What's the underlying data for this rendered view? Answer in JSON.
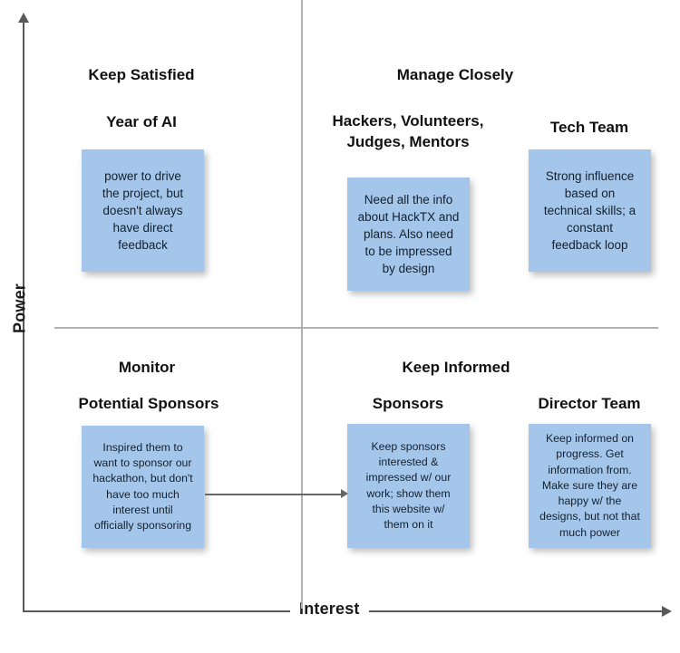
{
  "diagram": {
    "type": "power-interest-stakeholder-matrix",
    "axes": {
      "y_label": "Power",
      "x_label": "Interest"
    },
    "colors": {
      "note_fill": "#a3c6ea",
      "note_text": "#14202e",
      "axis": "#595959",
      "divider": "#b0b0b0",
      "heading_text": "#111111"
    },
    "quadrants": [
      {
        "id": "top-left",
        "title": "Keep Satisfied",
        "power": "high",
        "interest": "low",
        "groups": [
          {
            "id": "year-of-ai",
            "name": "Year of AI",
            "note": "power to drive\nthe project, but\ndoesn't always\nhave direct\nfeedback"
          }
        ]
      },
      {
        "id": "top-right",
        "title": "Manage Closely",
        "power": "high",
        "interest": "high",
        "groups": [
          {
            "id": "hackers-volunteers-judges-mentors",
            "name": "Hackers, Volunteers,\nJudges, Mentors",
            "note": "Need all the info\nabout HackTX and\nplans. Also need\nto be impressed\nby design"
          },
          {
            "id": "tech-team",
            "name": "Tech Team",
            "note": "Strong influence\nbased on\ntechnical skills; a\nconstant\nfeedback loop"
          }
        ]
      },
      {
        "id": "bottom-left",
        "title": "Monitor",
        "power": "low",
        "interest": "low",
        "groups": [
          {
            "id": "potential-sponsors",
            "name": "Potential Sponsors",
            "note": "Inspired them to\nwant to sponsor our\nhackathon, but don't\nhave too much\ninterest until\nofficially sponsoring"
          }
        ]
      },
      {
        "id": "bottom-right",
        "title": "Keep Informed",
        "power": "low",
        "interest": "high",
        "groups": [
          {
            "id": "sponsors",
            "name": "Sponsors",
            "note": "Keep sponsors\ninterested &\nimpressed w/ our\nwork; show them\nthis website w/\nthem on it"
          },
          {
            "id": "director-team",
            "name": "Director Team",
            "note": "Keep informed on\nprogress. Get\ninformation from.\nMake sure they are\nhappy w/ the\ndesigns, but not that\nmuch power"
          }
        ]
      }
    ],
    "connectors": [
      {
        "id": "potential-sponsors-to-sponsors",
        "from": "potential-sponsors",
        "to": "sponsors",
        "style": "arrow-right"
      }
    ]
  }
}
